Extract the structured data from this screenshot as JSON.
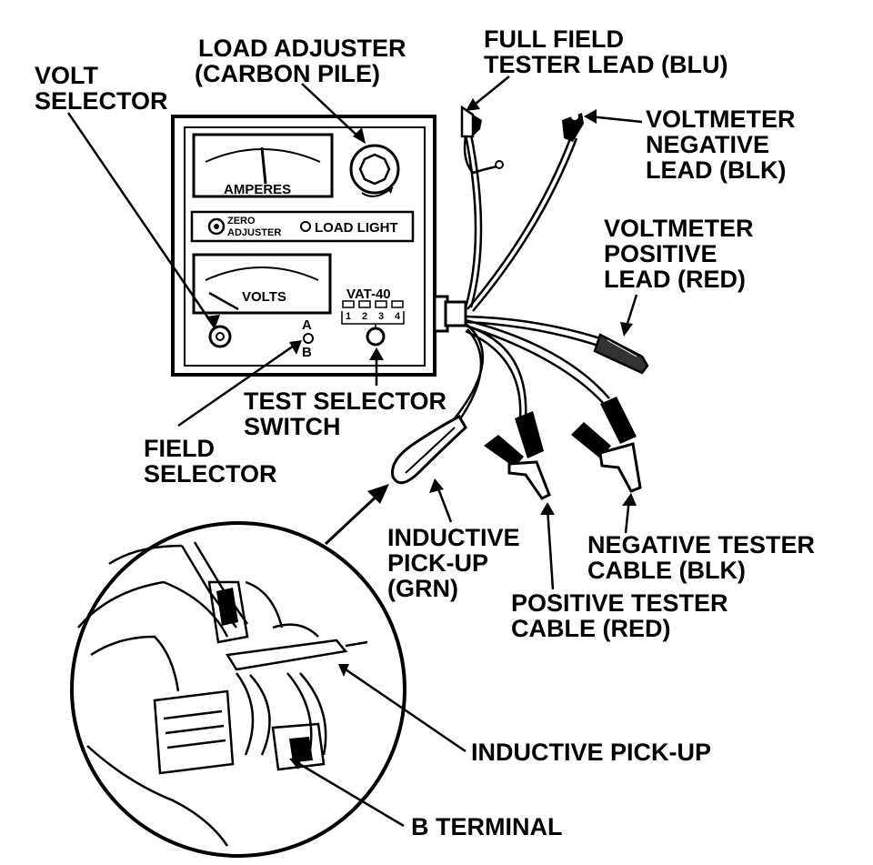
{
  "callouts": {
    "volt_selector": [
      "VOLT",
      "SELECTOR"
    ],
    "load_adjuster": [
      "LOAD ADJUSTER",
      "(CARBON PILE)"
    ],
    "full_field_lead": [
      "FULL FIELD",
      "TESTER LEAD (BLU)"
    ],
    "voltmeter_negative": [
      "VOLTMETER",
      "NEGATIVE",
      "LEAD (BLK)"
    ],
    "voltmeter_positive": [
      "VOLTMETER",
      "POSITIVE",
      "LEAD (RED)"
    ],
    "test_selector": [
      "TEST SELECTOR",
      "SWITCH"
    ],
    "field_selector": [
      "FIELD",
      "SELECTOR"
    ],
    "inductive_pickup_grn": [
      "INDUCTIVE",
      "PICK-UP",
      "(GRN)"
    ],
    "negative_cable": [
      "NEGATIVE TESTER",
      "CABLE (BLK)"
    ],
    "positive_cable": [
      "POSITIVE TESTER",
      "CABLE (RED)"
    ],
    "inductive_pickup": [
      "INDUCTIVE PICK-UP"
    ],
    "b_terminal": [
      "B TERMINAL"
    ]
  },
  "panel": {
    "amperes_label": "AMPERES",
    "zero_adjuster": [
      "ZERO",
      "ADJUSTER"
    ],
    "load_light": "LOAD LIGHT",
    "volts_label": "VOLTS",
    "model": "VAT-40",
    "selector_positions": [
      "1",
      "2",
      "3",
      "4"
    ],
    "field_positions": [
      "A",
      "B"
    ]
  }
}
